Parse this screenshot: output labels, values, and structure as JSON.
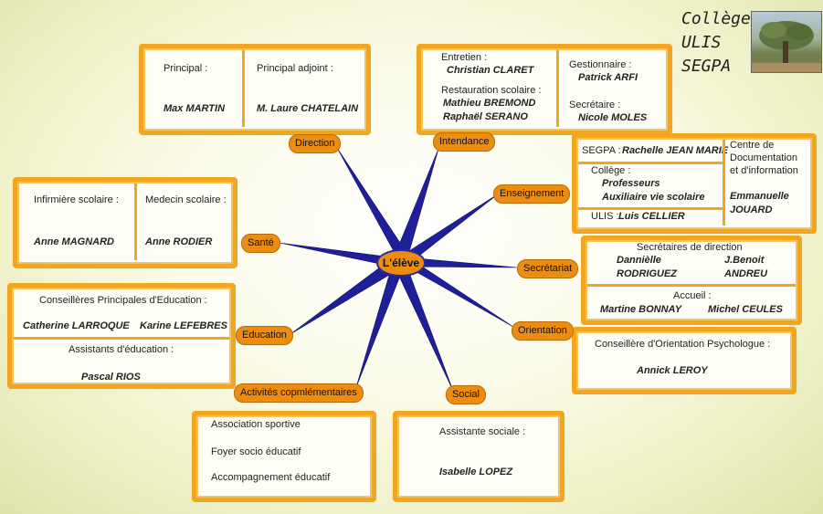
{
  "logo": {
    "line1": "Collège",
    "line2": "ULIS",
    "line3": "SEGPA",
    "tree_image": "tree-photo"
  },
  "center": "L'élève",
  "branches": {
    "direction": "Direction",
    "intendance": "Intendance",
    "enseignement": "Enseignement",
    "secretariat": "Secrétariat",
    "orientation": "Orientation",
    "social": "Social",
    "activites": "Activités copmlémentaires",
    "education": "Education",
    "sante": "Santé"
  },
  "direction_box": {
    "role1": "Principal :",
    "name1": "Max MARTIN",
    "role2": "Principal adjoint :",
    "name2": "M. Laure  CHATELAIN"
  },
  "intendance_box": {
    "entretien_role": "Entretien :",
    "entretien_name": "Christian CLARET",
    "restauration_role": "Restauration scolaire :",
    "restauration_name1": "Mathieu BREMOND",
    "restauration_name2": "Raphaël SERANO",
    "gestionnaire_role": "Gestionnaire :",
    "gestionnaire_name": "Patrick ARFI",
    "secretaire_role": "Secrétaire :",
    "secretaire_name": "Nicole MOLES"
  },
  "enseignement_box": {
    "segpa_role": "SEGPA :",
    "segpa_name": "Rachelle  JEAN MARIE",
    "college_role": "Collège :",
    "college_line1": "Professeurs",
    "college_line2": "Auxiliaire vie scolaire",
    "ulis_role": "ULIS :",
    "ulis_name": "Luis CELLIER",
    "cdi_line1": "Centre de",
    "cdi_line2": "Documentation",
    "cdi_line3": "et d'information",
    "cdi_name1": "Emmanuelle",
    "cdi_name2": "JOUARD"
  },
  "secretariat_box": {
    "direction_role": "Secrétaires de direction",
    "name1a": "Dannièlle",
    "name1b": "RODRIGUEZ",
    "name2a": "J.Benoit",
    "name2b": "ANDREU",
    "accueil_role": "Accueil :",
    "accueil_name1": "Martine BONNAY",
    "accueil_name2": "Michel CEULES"
  },
  "orientation_box": {
    "role": "Conseillère d'Orientation Psychologue :",
    "name": "Annick  LEROY"
  },
  "social_box": {
    "role": "Assistante sociale :",
    "name": "Isabelle LOPEZ"
  },
  "activites_box": {
    "item1": "Association sportive",
    "item2": "Foyer socio éducatif",
    "item3": "Accompagnement éducatif"
  },
  "education_box": {
    "cpe_role": "Conseillères Principales d'Education :",
    "cpe_name1": "Catherine  LARROQUE",
    "cpe_name2": "Karine  LEFEBRES",
    "aed_role": "Assistants d'éducation :",
    "aed_name": "Pascal RIOS"
  },
  "sante_box": {
    "role1": "Infirmière scolaire :",
    "name1": "Anne MAGNARD",
    "role2": "Medecin scolaire :",
    "name2": "Anne RODIER"
  },
  "colors": {
    "orange": "#ec8d12",
    "border": "#f2a51e",
    "ray": "#1f1f9a"
  }
}
